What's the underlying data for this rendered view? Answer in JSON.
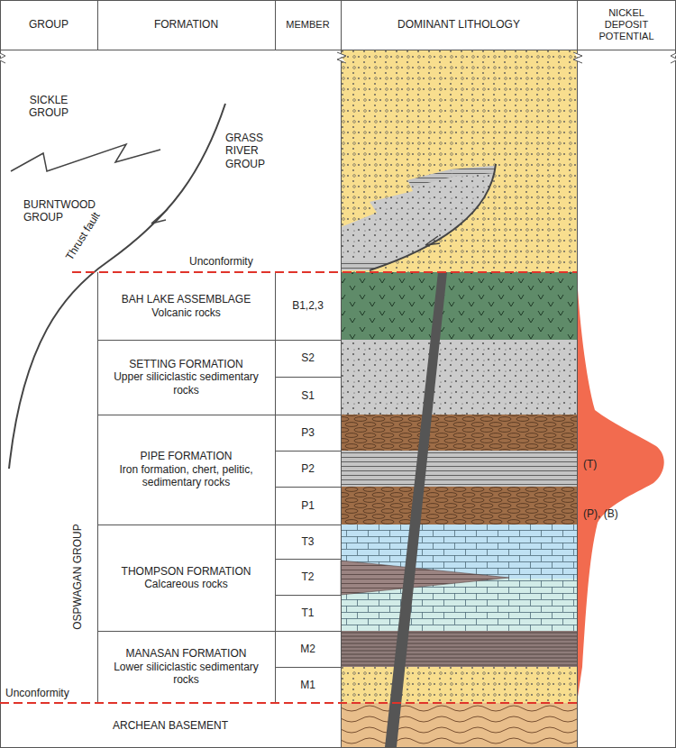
{
  "diagram": {
    "nodes": [
      {
        "text": [
          "GROUP"
        ]
      },
      {
        "text": [
          "FORMATION"
        ]
      },
      {
        "text": [
          "MEMBER"
        ]
      },
      {
        "text": [
          "DOMINANT LITHOLOGY"
        ]
      },
      {
        "text": [
          "NICKEL DEPOSIT POTENTIAL"
        ]
      },
      {
        "text": [
          "BAH LAKE ASSEMBLAGE",
          "Volcanic rocks"
        ]
      },
      {
        "text": [
          "B1,2,3"
        ]
      },
      {
        "text": [
          "SETTING FORMATION",
          "Upper siliciclastic sedimentary rocks"
        ]
      },
      {
        "text": [
          "S2"
        ]
      },
      {
        "text": [
          "S1"
        ]
      },
      {
        "text": [
          "PIPE FORMATION",
          "Iron formation, chert, pelitic, sedimentary rocks"
        ]
      },
      {
        "text": [
          "P3"
        ]
      },
      {
        "text": [
          "P2"
        ]
      },
      {
        "text": [
          "P1"
        ]
      },
      {
        "text": [
          "THOMPSON FORMATION",
          "Calcareous rocks"
        ]
      },
      {
        "text": [
          "T3"
        ]
      },
      {
        "text": [
          "T2"
        ]
      },
      {
        "text": [
          "T1"
        ]
      },
      {
        "text": [
          "MANASAN FORMATION",
          "Lower siliciclastic sedimentary rocks"
        ]
      },
      {
        "text": [
          "M2"
        ]
      },
      {
        "text": [
          "M1"
        ]
      },
      {
        "text": [
          "ARCHEAN BASEMENT"
        ]
      }
    ],
    "labels": [
      "SICKLE GROUP",
      "GRASS RIVER GROUP",
      "BURNTWOOD GROUP",
      "Thrust fault",
      "Unconformity",
      "OSPWAGAN GROUP",
      "Unconformity",
      "(T)",
      "(P), (B)"
    ]
  }
}
